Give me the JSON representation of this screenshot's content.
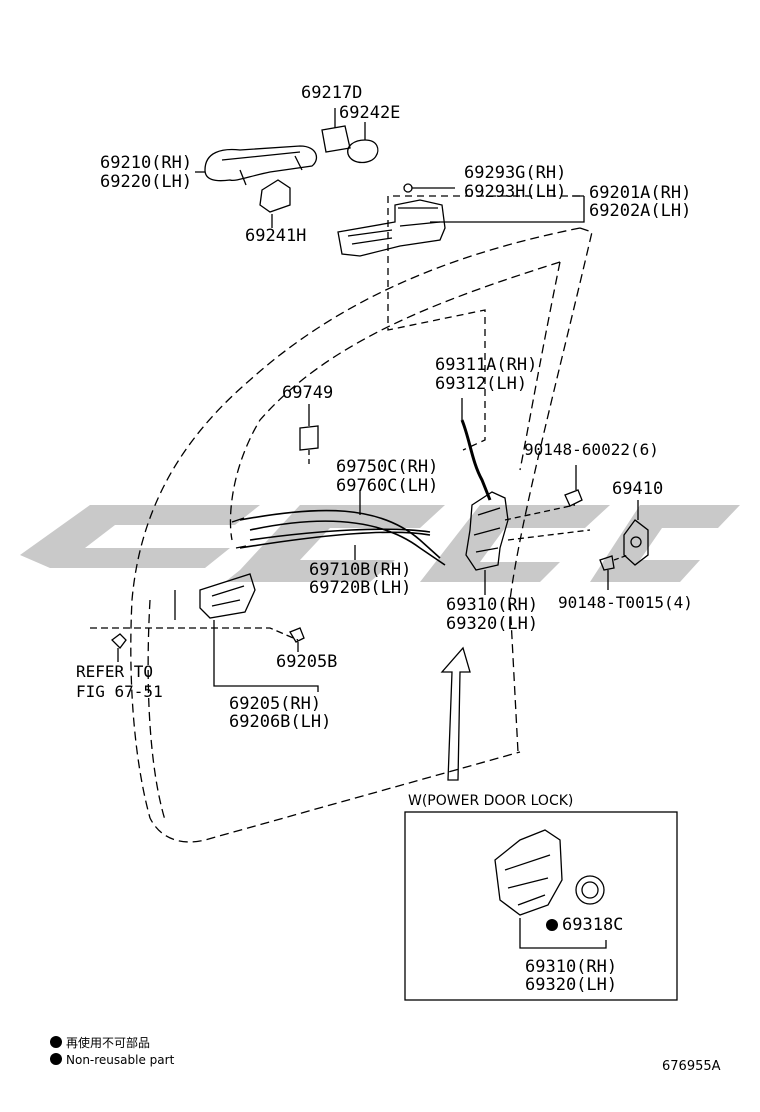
{
  "labels": {
    "p69217D": "69217D",
    "p69242E": "69242E",
    "p69210": "69210(RH)",
    "p69220": "69220(LH)",
    "p69241H": "69241H",
    "p69293G": "69293G(RH)",
    "p69293H": "69293H(LH)",
    "p69201A": "69201A(RH)",
    "p69202A": "69202A(LH)",
    "p69311A": "69311A(RH)",
    "p69312": "69312(LH)",
    "p69749": "69749",
    "p69750C": "69750C(RH)",
    "p69760C": "69760C(LH)",
    "p90148_60022": "90148-60022(6)",
    "p69410": "69410",
    "p69710B": "69710B(RH)",
    "p69720B": "69720B(LH)",
    "p69310": "69310(RH)",
    "p69320": "69320(LH)",
    "p90148_T0015": "90148-T0015(4)",
    "refer1": "REFER TO",
    "refer2": "FIG 67-51",
    "p69205B": "69205B",
    "p69205": "69205(RH)",
    "p69206B": "69206B(LH)"
  },
  "inset": {
    "title": "W(POWER DOOR LOCK)",
    "p69318C": "69318C",
    "p69310": "69310(RH)",
    "p69320": "69320(LH)"
  },
  "legend": {
    "line1": "再使用不可部品",
    "line2": "Non-reusable part"
  },
  "figure_id": "676955A",
  "colors": {
    "line": "#000000",
    "watermark": "#c8c8c8"
  }
}
